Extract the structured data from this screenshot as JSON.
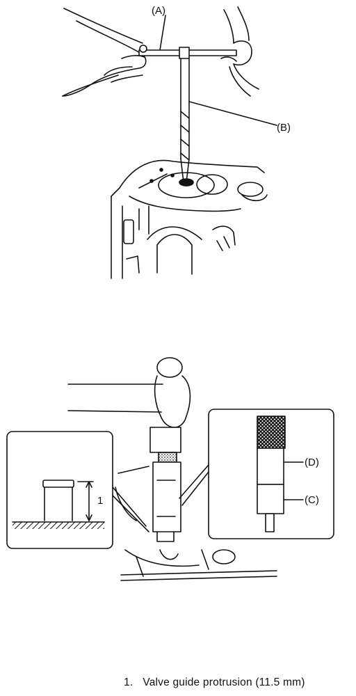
{
  "figure1": {
    "label_a": "(A)",
    "label_b": "(B)"
  },
  "figure2": {
    "label_c": "(C)",
    "label_d": "(D)",
    "dimension_label": "1"
  },
  "caption": {
    "number": "1.",
    "text": "Valve guide protrusion (11.5 mm)"
  }
}
